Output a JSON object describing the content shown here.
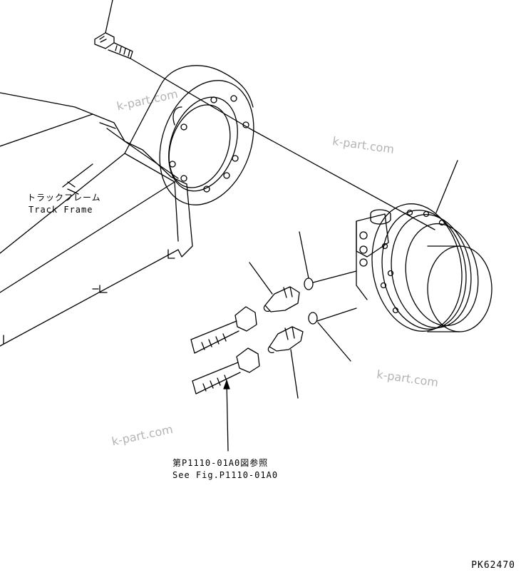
{
  "labels": {
    "track_frame_jp": "トラックフレーム",
    "track_frame_en": "Track Frame",
    "reference_jp": "第P1110-01A0図参照",
    "reference_en": "See Fig.P1110-01A0",
    "drawing_code": "PK62470"
  },
  "watermarks": [
    "k-part.com",
    "k-part.com",
    "k-part.com",
    "k-part.com"
  ],
  "colors": {
    "line": "#000000",
    "watermark": "#b4b4b4",
    "background": "#ffffff"
  }
}
